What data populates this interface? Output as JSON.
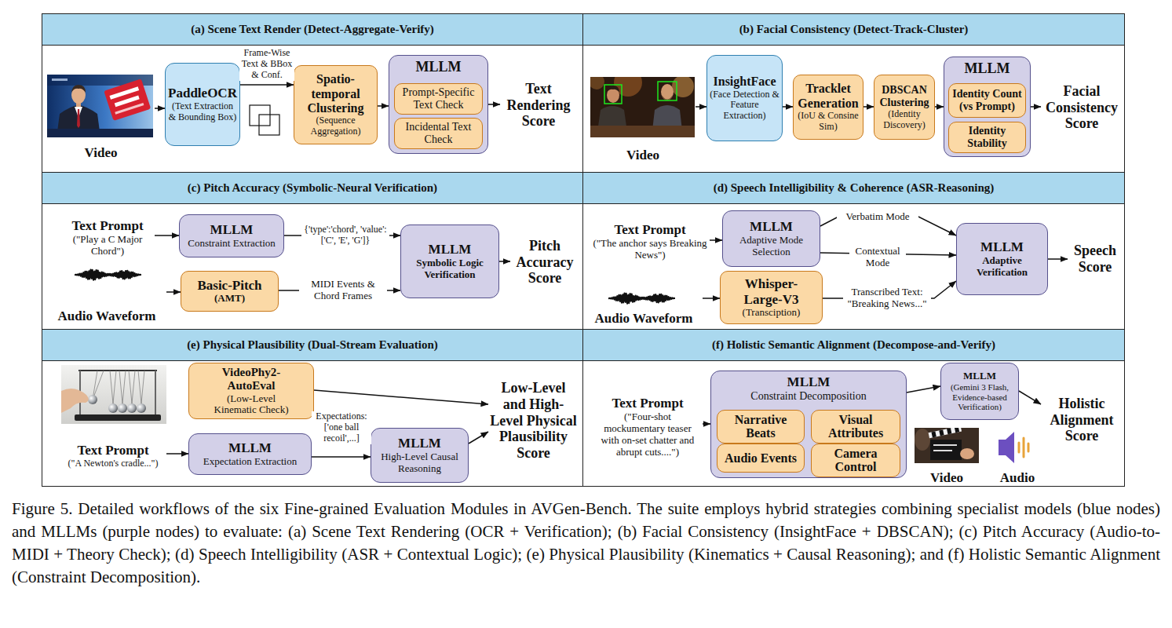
{
  "diagram": {
    "caption": "Figure 5. Detailed workflows of the six Fine-grained Evaluation Modules in AVGen-Bench. The suite employs hybrid strategies combining specialist models (blue nodes) and MLLMs (purple nodes) to evaluate: (a) Scene Text Rendering (OCR + Verification); (b) Facial Consistency (InsightFace + DBSCAN); (c) Pitch Accuracy (Audio-to-MIDI + Theory Check); (d) Speech Intelligibility (ASR + Contextual Logic); (e) Physical Plausibility (Kinematics + Causal Reasoning); and (f) Holistic Semantic Alignment (Constraint Decomposition).",
    "nodes": [
      {
        "text": [
          "(a) Scene Text Render (Detect-Aggregate-Verify)"
        ]
      },
      {
        "text": [
          "Video"
        ],
        "in": 0
      },
      {
        "text": [
          "PaddleOCR",
          "(Text Extraction & Bounding Box)"
        ],
        "in": 0
      },
      {
        "text": [
          "Spatio-temporal Clustering",
          "(Sequence Aggregation)"
        ],
        "in": 0
      },
      {
        "text": [
          "MLLM"
        ],
        "in": 0
      },
      {
        "text": [
          "Prompt-Specific Text Check"
        ],
        "in": 4
      },
      {
        "text": [
          "Incidental Text Check"
        ],
        "in": 4
      },
      {
        "text": [
          "Text Rendering Score"
        ],
        "in": 0
      },
      {
        "text": [
          "(b) Facial Consistency (Detect-Track-Cluster)"
        ]
      },
      {
        "text": [
          "Video"
        ],
        "in": 8
      },
      {
        "text": [
          "InsightFace",
          "(Face Detection & Feature Extraction)"
        ],
        "in": 8
      },
      {
        "text": [
          "Tracklet Generation",
          "(IoU & Consine Sim)"
        ],
        "in": 8
      },
      {
        "text": [
          "DBSCAN Clustering",
          "(Identity Discovery)"
        ],
        "in": 8
      },
      {
        "text": [
          "MLLM"
        ],
        "in": 8
      },
      {
        "text": [
          "Identity Count (vs Prompt)"
        ],
        "in": 13
      },
      {
        "text": [
          "Identity Stability"
        ],
        "in": 13
      },
      {
        "text": [
          "Facial Consistency Score"
        ],
        "in": 8
      },
      {
        "text": [
          "(c) Pitch Accuracy (Symbolic-Neural Verification)"
        ]
      },
      {
        "text": [
          "Text Prompt",
          "(\"Play a C Major Chord\")"
        ],
        "in": 17
      },
      {
        "text": [
          "MLLM",
          "Constraint Extraction"
        ],
        "in": 17
      },
      {
        "text": [
          "Audio Waveform"
        ],
        "in": 17
      },
      {
        "text": [
          "Basic-Pitch",
          "(AMT)"
        ],
        "in": 17
      },
      {
        "text": [
          "MLLM",
          "Symbolic Logic Verification"
        ],
        "in": 17
      },
      {
        "text": [
          "Pitch Accuracy Score"
        ],
        "in": 17
      },
      {
        "text": [
          "(d) Speech Intelligibility & Coherence (ASR-Reasoning)"
        ]
      },
      {
        "text": [
          "Text Prompt",
          "(\"The anchor says Breaking News\")"
        ],
        "in": 24
      },
      {
        "text": [
          "MLLM",
          "Adaptive Mode Selection"
        ],
        "in": 24
      },
      {
        "text": [
          "Audio Waveform"
        ],
        "in": 24
      },
      {
        "text": [
          "Whisper-Large-V3",
          "(Transciption)"
        ],
        "in": 24
      },
      {
        "text": [
          "MLLM",
          "Adaptive Verification"
        ],
        "in": 24
      },
      {
        "text": [
          "Speech Score"
        ],
        "in": 24
      },
      {
        "text": [
          "(e) Physical Plausibility (Dual-Stream Evaluation)"
        ]
      },
      {
        "text": [
          "VideoPhy2-AutoEval",
          "(Low-Level Kinematic Check)"
        ],
        "in": 31
      },
      {
        "text": [
          "Text Prompt",
          "(\"A Newton's cradle...\")"
        ],
        "in": 31
      },
      {
        "text": [
          "MLLM",
          "Expectation Extraction"
        ],
        "in": 31
      },
      {
        "text": [
          "MLLM",
          "High-Level Causal Reasoning"
        ],
        "in": 31
      },
      {
        "text": [
          "Low-Level and High-Level Physical Plausibility Score"
        ],
        "in": 31
      },
      {
        "text": [
          "(f) Holistic Semantic Alignment (Decompose-and-Verify)"
        ]
      },
      {
        "text": [
          "Text Prompt",
          "(\"Four-shot mockumentary teaser with on-set chatter and abrupt cuts....\")"
        ],
        "in": 37
      },
      {
        "text": [
          "MLLM",
          "Constraint Decomposition"
        ],
        "in": 37
      },
      {
        "text": [
          "Narrative Beats"
        ],
        "in": 39
      },
      {
        "text": [
          "Visual Attributes"
        ],
        "in": 39
      },
      {
        "text": [
          "Audio Events"
        ],
        "in": 39
      },
      {
        "text": [
          "Camera Control"
        ],
        "in": 39
      },
      {
        "text": [
          "MLLM",
          "(Gemini 3 Flash, Evidence-based Verification)"
        ],
        "in": 37
      },
      {
        "text": [
          "Holistic Alignment Score"
        ],
        "in": 37
      }
    ],
    "edges": [
      {
        "from": 1,
        "to": 2,
        "arrow": "to"
      },
      {
        "from": 2,
        "to": 3,
        "label": "Frame-Wise Text & BBox & Conf.",
        "arrow": "to"
      },
      {
        "from": 3,
        "to": 4,
        "arrow": "to"
      },
      {
        "from": 4,
        "to": 7,
        "arrow": "to"
      },
      {
        "from": 9,
        "to": 10,
        "arrow": "to"
      },
      {
        "from": 10,
        "to": 11,
        "arrow": "to"
      },
      {
        "from": 11,
        "to": 12,
        "arrow": "to"
      },
      {
        "from": 12,
        "to": 13,
        "arrow": "to"
      },
      {
        "from": 13,
        "to": 16,
        "arrow": "to"
      },
      {
        "from": 18,
        "to": 19,
        "arrow": "to"
      },
      {
        "from": 20,
        "to": 21,
        "arrow": "to"
      },
      {
        "from": 19,
        "to": 22,
        "label": "{'type':'chord', 'value':['C', 'E', 'G']}",
        "arrow": "to"
      },
      {
        "from": 21,
        "to": 22,
        "label": "MIDI Events & Chord Frames",
        "arrow": "to"
      },
      {
        "from": 22,
        "to": 23,
        "arrow": "to"
      },
      {
        "from": 25,
        "to": 26,
        "arrow": "to"
      },
      {
        "from": 27,
        "to": 28,
        "arrow": "to"
      },
      {
        "from": 26,
        "to": 29,
        "label": "Verbatim Mode",
        "arrow": "to"
      },
      {
        "from": 26,
        "to": 29,
        "label": "Contextual Mode",
        "arrow": "to"
      },
      {
        "from": 28,
        "to": 29,
        "label": "Transcribed Text: \"Breaking News...\"",
        "arrow": "to"
      },
      {
        "from": 29,
        "to": 30,
        "arrow": "to"
      },
      {
        "from": 32,
        "to": 36,
        "arrow": "to"
      },
      {
        "from": 33,
        "to": 34,
        "arrow": "to"
      },
      {
        "from": 34,
        "to": 35,
        "label": "Expectations: ['one ball recoil',...]",
        "arrow": "to"
      },
      {
        "from": 35,
        "to": 36,
        "arrow": "to"
      },
      {
        "from": 38,
        "to": 39,
        "arrow": "to"
      },
      {
        "from": 39,
        "to": 44,
        "arrow": "to"
      },
      {
        "from": 44,
        "to": 45,
        "arrow": "to"
      }
    ],
    "labels": [
      "Video",
      "Audio"
    ]
  }
}
